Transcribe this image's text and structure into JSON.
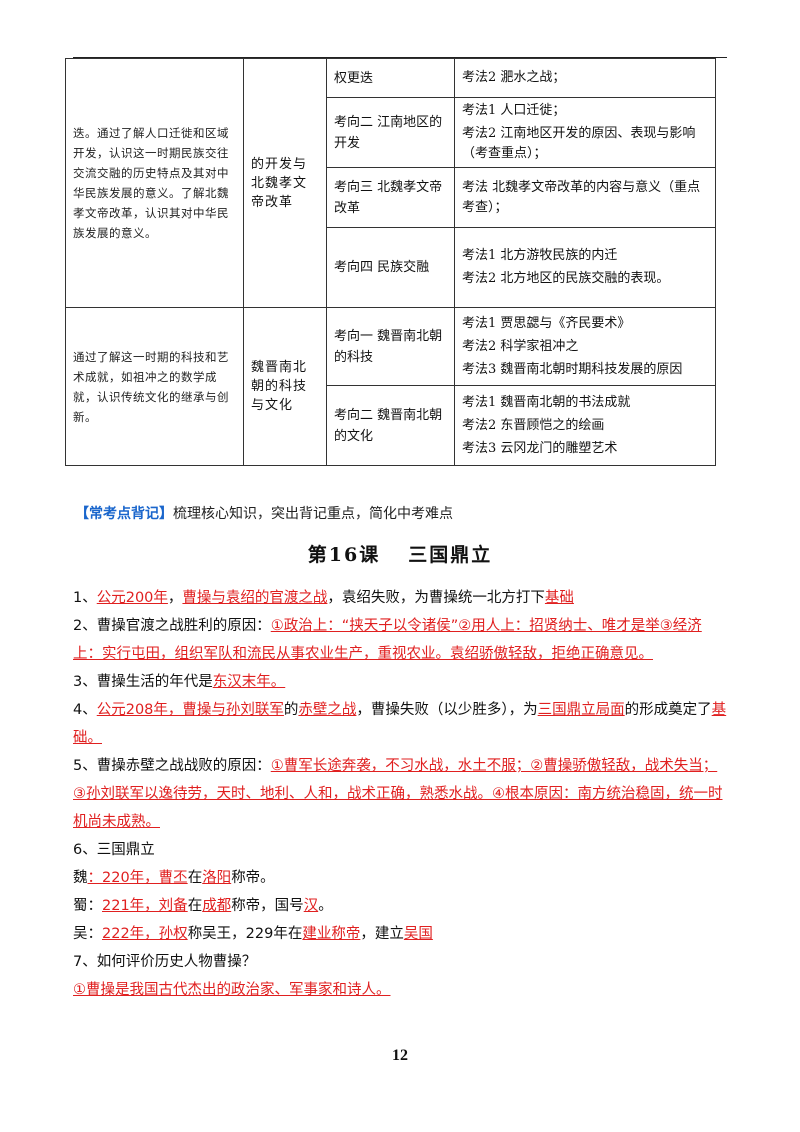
{
  "table": {
    "rows": [
      {
        "goal": "迭。通过了解人口迁徙和区域开发，认识这一时期民族交往交流交融的历史特点及其对中华民族发展的意义。了解北魏孝文帝改革，认识其对中华民族发展的意义。",
        "topic": "的开发与北魏孝文帝改革",
        "subs": [
          {
            "direction": "权更迭",
            "methods": [
              "考法2  淝水之战；"
            ]
          },
          {
            "direction": "考向二  江南地区的开发",
            "methods": [
              "考法1  人口迁徙；",
              "考法2  江南地区开发的原因、表现与影响（考查重点）；"
            ]
          },
          {
            "direction": "考向三  北魏孝文帝改革",
            "methods": [
              "考法  北魏孝文帝改革的内容与意义（重点考查）；"
            ]
          },
          {
            "direction": "考向四  民族交融",
            "methods": [
              "考法1  北方游牧民族的内迁",
              "考法2  北方地区的民族交融的表现。"
            ]
          }
        ]
      },
      {
        "goal": "通过了解这一时期的科技和艺术成就，如祖冲之的数学成就，认识传统文化的继承与创新。",
        "topic": "魏晋南北朝的科技与文化",
        "subs": [
          {
            "direction": "考向一  魏晋南北朝的科技",
            "methods": [
              "考法1  贾思勰与《齐民要术》",
              "考法2  科学家祖冲之",
              "考法3  魏晋南北朝时期科技发展的原因"
            ]
          },
          {
            "direction": "考向二  魏晋南北朝的文化",
            "methods": [
              "考法1  魏晋南北朝的书法成就",
              "考法2  东晋顾恺之的绘画",
              "考法3  云冈龙门的雕塑艺术"
            ]
          }
        ]
      }
    ]
  },
  "banner": {
    "tag": "【常考点背记】",
    "desc": "梳理核心知识，突出背记重点，简化中考难点"
  },
  "lesson": {
    "number": "第16课",
    "name": "三国鼎立"
  },
  "items": [
    [
      [
        "1、",
        false
      ],
      [
        "公元200年",
        true
      ],
      [
        "，",
        false
      ],
      [
        "曹操与袁绍的官渡之战",
        true
      ],
      [
        "，袁绍失败，为曹操统一北方打下",
        false
      ],
      [
        "基础",
        true
      ]
    ],
    [
      [
        "2、曹操官渡之战胜利的原因：",
        false
      ],
      [
        "①政治上：“挟天子以令诸侯”②用人上：招贤纳士、唯才是举③经济上：实行屯田，组织军队和流民从事农业生产，重视农业。袁绍骄傲轻敌，拒绝正确意见。",
        true
      ]
    ],
    [
      [
        "3、曹操生活的年代是",
        false
      ],
      [
        "东汉末年。",
        true
      ]
    ],
    [
      [
        "4、",
        false
      ],
      [
        "公元208年，曹操与孙刘联军",
        true
      ],
      [
        "的",
        false
      ],
      [
        "赤壁之战",
        true
      ],
      [
        "，曹操失败（以少胜多），为",
        false
      ],
      [
        "三国鼎立局面",
        true
      ],
      [
        "的形成奠定了",
        false
      ],
      [
        "基础。",
        true
      ]
    ],
    [
      [
        "5、曹操赤壁之战战败的原因：",
        false
      ],
      [
        "①曹军长途奔袭，不习水战，水土不服；②曹操骄傲轻敌，战术失当；③孙刘联军以逸待劳，天时、地利、人和，战术正确，熟悉水战。④根本原因：南方统治稳固，统一时机尚未成熟。",
        true
      ]
    ],
    [
      [
        "6、三国鼎立",
        false
      ]
    ],
    [
      [
        "魏",
        false
      ],
      [
        "：220年，曹丕",
        true
      ],
      [
        "在",
        false
      ],
      [
        "洛阳",
        true
      ],
      [
        "称帝。",
        false
      ]
    ],
    [
      [
        "蜀：",
        false
      ],
      [
        "221年，刘备",
        true
      ],
      [
        "在",
        false
      ],
      [
        "成都",
        true
      ],
      [
        "称帝，国号",
        false
      ],
      [
        "汉",
        true
      ],
      [
        "。",
        false
      ]
    ],
    [
      [
        "吴：",
        false
      ],
      [
        "222年，孙权",
        true
      ],
      [
        "称吴王，229年在",
        false
      ],
      [
        "建业称帝",
        true
      ],
      [
        "，建立",
        false
      ],
      [
        "吴国",
        true
      ]
    ],
    [
      [
        "7、如何评价历史人物曹操？",
        false
      ]
    ],
    [
      [
        "①曹操是我国古代杰出的政治家、军事家和诗人。",
        true
      ]
    ]
  ],
  "page_number": "12"
}
